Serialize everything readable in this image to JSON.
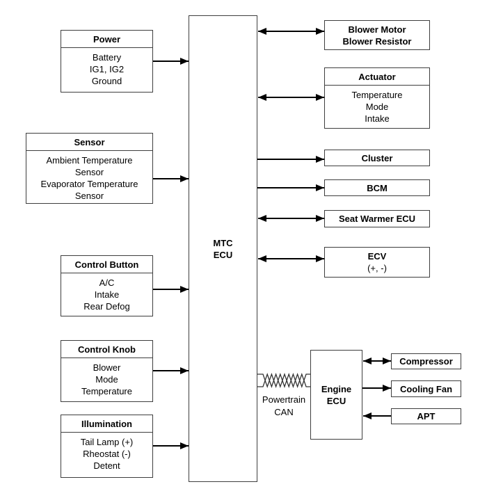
{
  "palette": {
    "line": "#000000",
    "border": "#3d3d3d",
    "background": "#ffffff"
  },
  "mtc_ecu": {
    "label": "MTC\nECU"
  },
  "left_boxes": [
    {
      "title": "Power",
      "body": "Battery\nIG1, IG2\nGround"
    },
    {
      "title": "Sensor",
      "body": "Ambient Temperature\nSensor\nEvaporator Temperature\nSensor"
    },
    {
      "title": "Control Button",
      "body": "A/C\nIntake\nRear Defog"
    },
    {
      "title": "Control Knob",
      "body": "Blower\nMode\nTemperature"
    },
    {
      "title": "Illumination",
      "body": "Tail Lamp (+)\nRheostat (-)\nDetent"
    }
  ],
  "right_boxes": [
    {
      "label": "Blower Motor\nBlower Resistor"
    },
    {
      "title": "Actuator",
      "body": "Temperature\nMode\nIntake"
    },
    {
      "label": "Cluster"
    },
    {
      "label": "BCM"
    },
    {
      "label": "Seat Warmer ECU"
    },
    {
      "label": "ECV",
      "sub": "(+, -)"
    }
  ],
  "engine": {
    "label": "Engine\nECU",
    "can_label": "Powertrain\nCAN",
    "devices": [
      {
        "label": "Compressor"
      },
      {
        "label": "Cooling Fan"
      },
      {
        "label": "APT"
      }
    ]
  }
}
